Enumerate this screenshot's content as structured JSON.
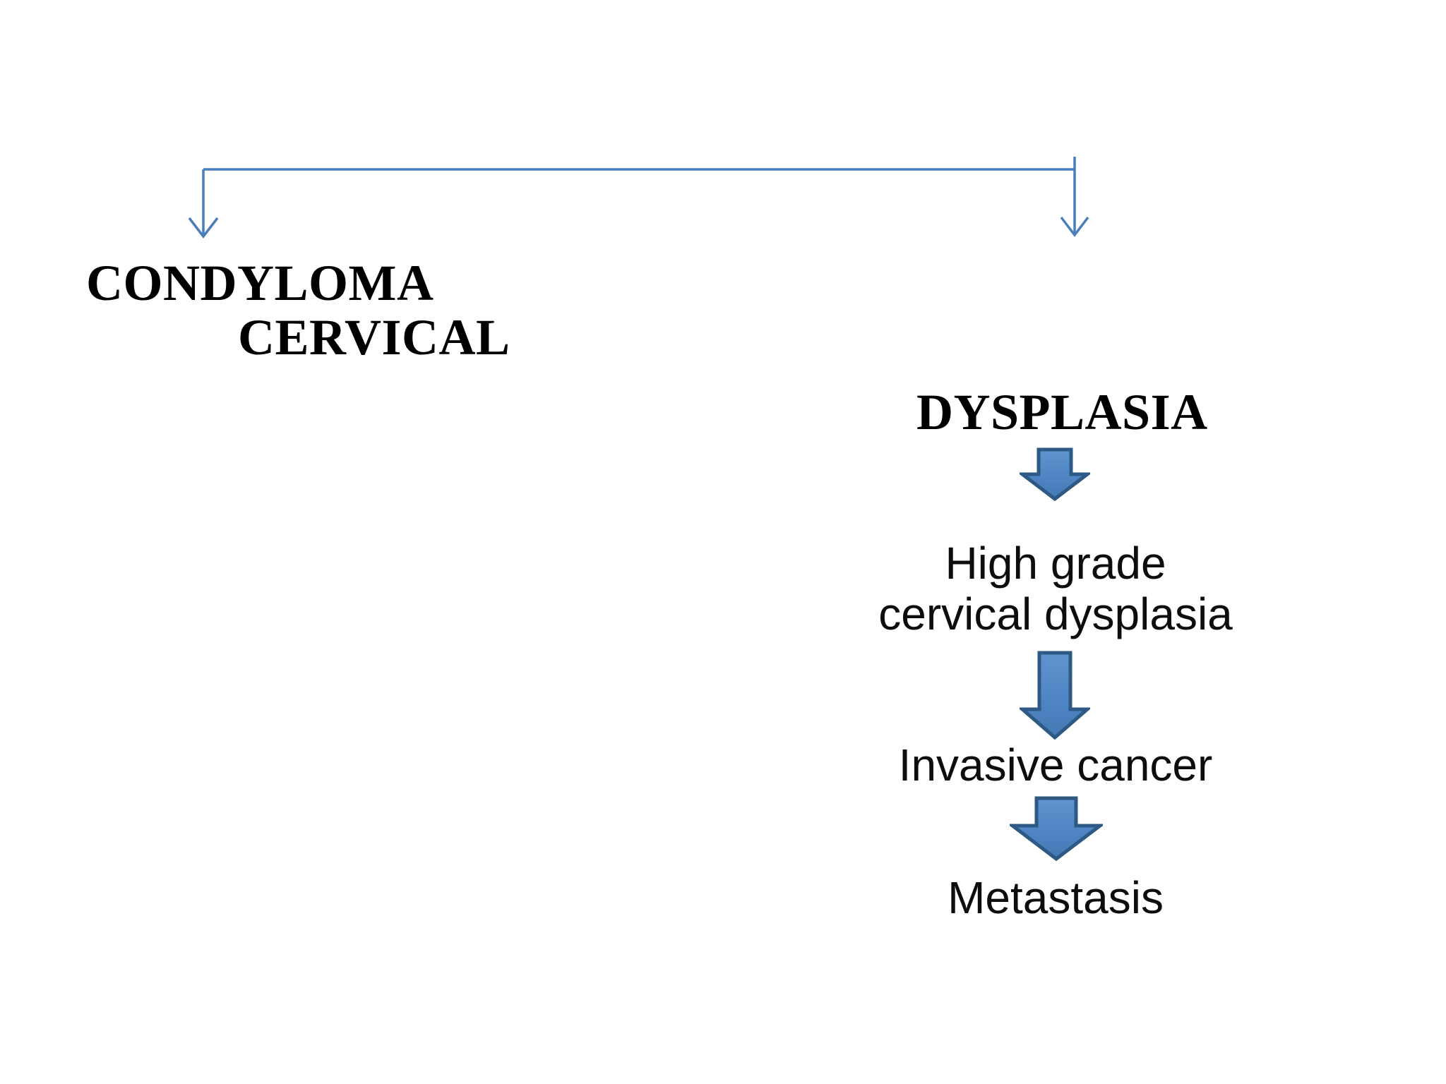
{
  "slide": {
    "background_color": "#ffffff",
    "title_text_color": "#000000",
    "connector_color": "#4a7ebb",
    "arrow_fill_light": "#5b8fc9",
    "arrow_fill_dark": "#3f72ab",
    "arrow_outline": "#2e5984"
  },
  "bracket": {
    "name": "splitting-bracket",
    "left_branch_label": "branch-to-condyloma",
    "right_branch_label": "branch-to-dysplasia"
  },
  "left_branch": {
    "line1": "CONDYLOMA",
    "line2": "CERVICAL"
  },
  "right_branch": {
    "heading": "DYSPLASIA",
    "stages": [
      {
        "label": "High grade\ncervical dysplasia"
      },
      {
        "label": "Invasive cancer"
      },
      {
        "label": "Metastasis"
      }
    ],
    "arrows": [
      {
        "icon": "down-block-arrow-icon"
      },
      {
        "icon": "down-block-arrow-icon"
      },
      {
        "icon": "down-block-arrow-icon"
      }
    ]
  }
}
